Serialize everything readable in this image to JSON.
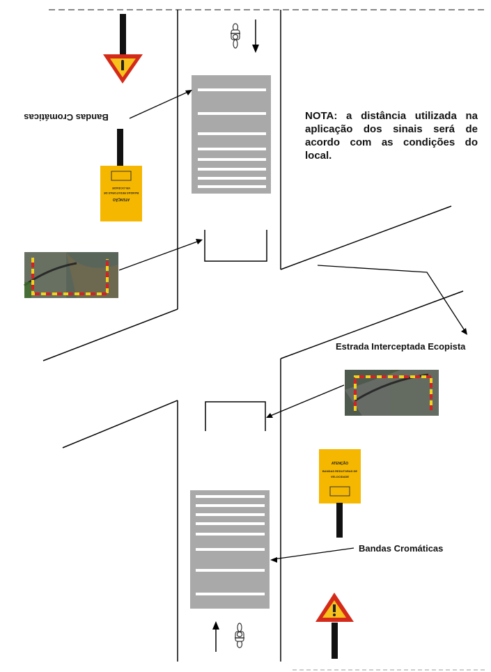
{
  "labels": {
    "bands_top": "Bandas Cromáticas",
    "bands_bottom": "Bandas Cromáticas",
    "intercepted_road": "Estrada Interceptada Ecopista"
  },
  "note": "NOTA: a distância utilizada na aplicação dos sinais será de acordo com as condições do local.",
  "sign_top": {
    "line1": "ATENÇÃO",
    "line2": "BANDAS REDUTORAS DE",
    "line3": "VELOCIDADE"
  },
  "sign_bottom": {
    "line1": "ATENÇÃO",
    "line2": "BANDAS REDUTORAS DE",
    "line3": "VELOCIDADE"
  },
  "colors": {
    "sign_yellow": "#f5b700",
    "triangle_red": "#d42a1a",
    "triangle_fill": "#f7c21b",
    "band_gray": "#a9a9a9",
    "band_white": "#ffffff",
    "barrier_red": "#d22222",
    "barrier_yellow": "#f3d21b",
    "photo_dark": "#4f5a4f"
  },
  "icons": [
    "yield-sign-icon",
    "warning-sign-icon",
    "cyclist-icon",
    "direction-arrow-icon"
  ]
}
